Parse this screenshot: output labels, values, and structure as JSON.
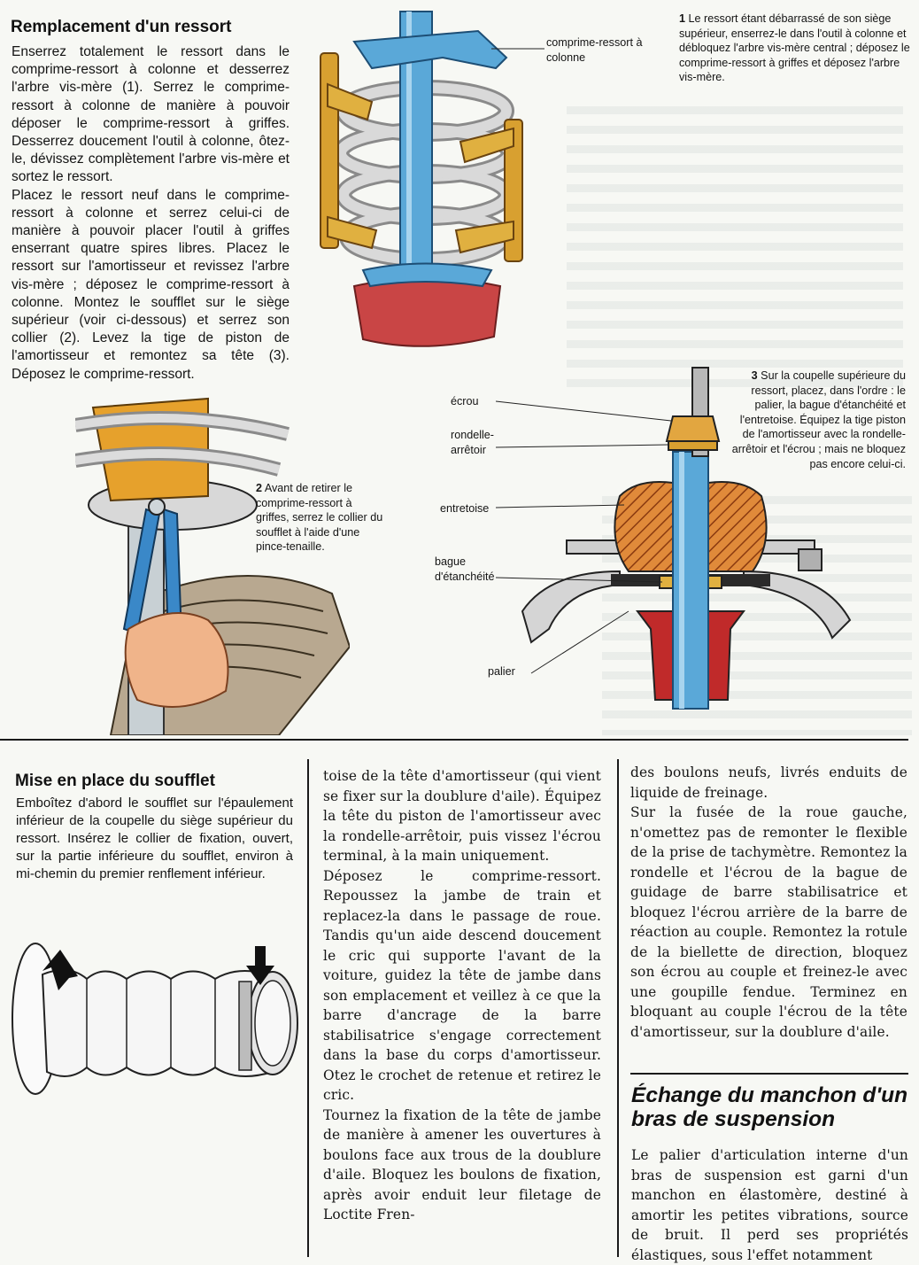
{
  "section1": {
    "title": "Remplacement d'un ressort",
    "paragraphs": [
      "Enserrez totalement le ressort dans le comprime-ressort à colonne et desserrez l'arbre vis-mère (1). Serrez le comprime-ressort à colonne de manière à pouvoir déposer le comprime-ressort à griffes. Desserrez doucement l'outil à colonne, ôtez-le, dévissez complètement l'arbre vis-mère et sortez le ressort.",
      "Placez le ressort neuf dans le comprime-ressort à colonne et serrez celui-ci de manière à pouvoir placer l'outil à griffes enserrant quatre spires libres. Placez le ressort sur l'amortisseur et revissez l'arbre vis-mère ; déposez le comprime-ressort à colonne. Montez le soufflet sur le siège supérieur (voir ci-dessous) et serrez son collier (2). Levez la tige de piston de l'amortisseur et remontez sa tête (3). Déposez le comprime-ressort."
    ]
  },
  "figure1": {
    "label": "comprime-ressort à colonne",
    "caption_number": "1",
    "caption": "Le ressort étant débarrassé de son siège supérieur, enserrez-le dans l'outil à colonne et débloquez l'arbre vis-mère central ; déposez le comprime-ressort à griffes et déposez l'arbre vis-mère."
  },
  "figure2": {
    "caption_number": "2",
    "caption": "Avant de retirer le comprime-ressort à griffes, serrez le collier du soufflet à l'aide d'une pince-tenaille."
  },
  "figure3": {
    "caption_number": "3",
    "caption": "Sur la coupelle supérieure du ressort, placez, dans l'ordre : le palier, la bague d'étanchéité et l'entretoise. Équipez la tige piston de l'amortisseur avec la rondelle-arrêtoir et l'écrou ; mais ne bloquez pas encore celui-ci.",
    "labels": {
      "ecrou": "écrou",
      "rondelle": "rondelle-arrêtoir",
      "entretoise": "entretoise",
      "bague": "bague d'étanchéité",
      "palier": "palier"
    }
  },
  "section2": {
    "title": "Mise en place du soufflet",
    "paragraph": "Emboîtez d'abord le soufflet sur l'épaulement inférieur de la coupelle du siège supérieur du ressort. Insérez le collier de fixation, ouvert, sur la partie inférieure du soufflet, environ à mi-chemin du premier renflement inférieur."
  },
  "column2": {
    "paragraphs": [
      "toise de la tête d'amortisseur (qui vient se fixer sur la doublure d'aile). Équipez la tête du piston de l'amortisseur avec la rondelle-arrêtoir, puis vissez l'écrou terminal, à la main uniquement.",
      "Déposez le comprime-ressort. Repoussez la jambe de train et replacez-la dans le passage de roue. Tandis qu'un aide descend doucement le cric qui supporte l'avant de la voiture, guidez la tête de jambe dans son emplacement et veillez à ce que la barre d'ancrage de la barre stabilisatrice s'engage correctement dans la base du corps d'amortisseur. Otez le crochet de retenue et retirez le cric.",
      "Tournez la fixation de la tête de jambe de manière à amener les ouvertures à boulons face aux trous de la doublure d'aile. Bloquez les boulons de fixation, après avoir enduit leur filetage de Loctite Fren-"
    ]
  },
  "column3": {
    "paragraphs": [
      "des boulons neufs, livrés enduits de liquide de freinage.",
      "Sur la fusée de la roue gauche, n'omettez pas de remonter le flexible de la prise de tachymètre. Remontez la rondelle et l'écrou de la bague de guidage de barre stabilisatrice et bloquez l'écrou arrière de la barre de réaction au couple. Remontez la rotule de la biellette de direction, bloquez son écrou au couple et freinez-le avec une goupille fendue. Terminez en bloquant au couple l'écrou de la tête d'amortisseur, sur la doublure d'aile."
    ],
    "section_title": "Échange du manchon d'un bras de suspension",
    "section_paragraph": "Le palier d'articulation interne d'un bras de suspension est garni d'un manchon en élastomère, destiné à amortir les petites vibrations, source de bruit. Il perd ses propriétés élastiques, sous l'effet notamment"
  },
  "colors": {
    "paper": "#f7f8f4",
    "tool_blue": "#5aa8d8",
    "tool_orange": "#d8a030",
    "spring_grey": "#c9c9c9",
    "rubber_red": "#c23a3a",
    "section_hatch": "#d2691e"
  }
}
